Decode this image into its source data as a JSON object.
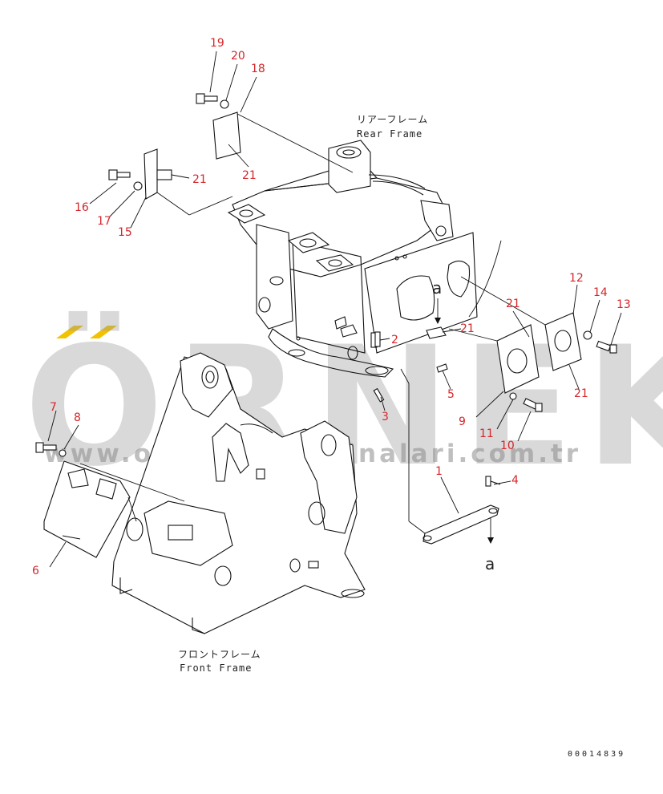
{
  "watermark": {
    "brand": "ÖRNEK",
    "url": "www.orneksismakinalari.com.tr",
    "accent_color": "#f2c200"
  },
  "frames": {
    "rear_jp": "リアーフレーム",
    "rear_en": "Rear Frame",
    "front_jp": "フロントフレーム",
    "front_en": "Front Frame"
  },
  "section_marks": [
    "a",
    "a"
  ],
  "parts": [
    "19",
    "20",
    "18",
    "21",
    "16",
    "17",
    "15",
    "21",
    "12",
    "14",
    "13",
    "21",
    "21",
    "2",
    "5",
    "3",
    "9",
    "11",
    "10",
    "21",
    "1",
    "4",
    "7",
    "8",
    "6"
  ],
  "drawing_code": "00014839",
  "colors": {
    "label": "#d6262a",
    "line": "#111111"
  }
}
